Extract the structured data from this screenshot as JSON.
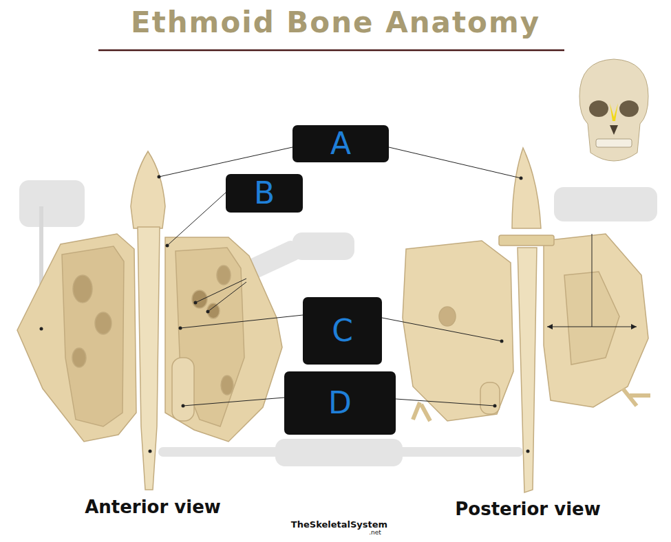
{
  "diagram": {
    "title": "Ethmoid Bone Anatomy",
    "nodes": [
      {
        "text": [
          "A"
        ]
      },
      {
        "text": [
          "B"
        ]
      },
      {
        "text": [
          "C"
        ]
      },
      {
        "text": [
          "D"
        ]
      }
    ],
    "labels": [
      "Anterior view",
      "Posterior view",
      "TheSkeletalSystem",
      ".net"
    ]
  }
}
